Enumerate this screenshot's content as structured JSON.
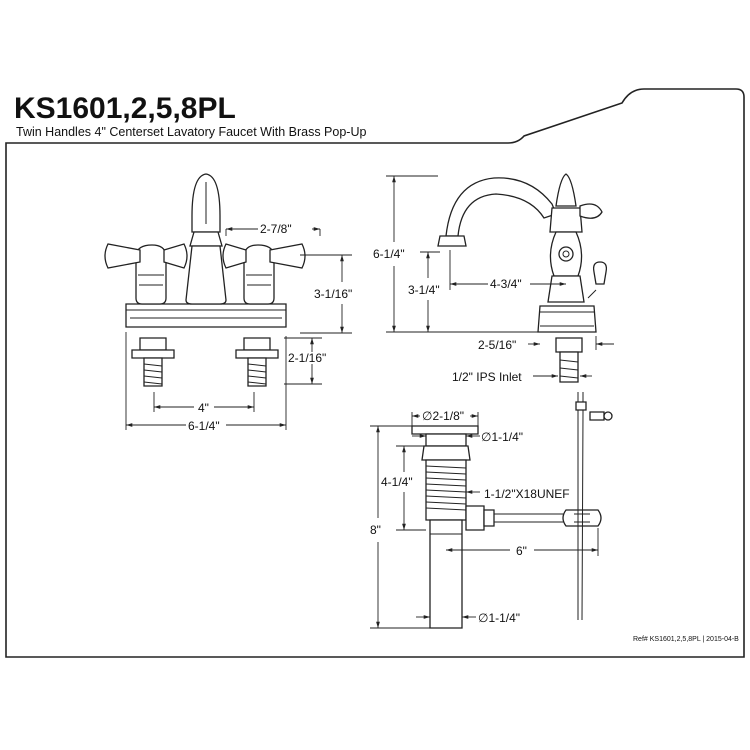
{
  "header": {
    "title": "KS1601,2,5,8PL",
    "subtitle": "Twin Handles 4\" Centerset Lavatory Faucet With Brass Pop-Up"
  },
  "front_view": {
    "dim_spout_offset": "2-7/8\"",
    "dim_body_height": "3-1/16\"",
    "dim_shank_length": "2-1/16\"",
    "dim_center": "4\"",
    "dim_overall_width": "6-1/4\""
  },
  "side_view": {
    "dim_overall_height": "6-1/4\"",
    "dim_spout_height": "3-1/4\"",
    "dim_spout_reach": "4-3/4\"",
    "dim_base_offset": "2-5/16\"",
    "inlet_label": "1/2\" IPS Inlet"
  },
  "popup_view": {
    "dim_flange_dia": "∅2-1/8\"",
    "dim_drain_dia_top": "∅1-1/4\"",
    "dim_body_height": "4-1/4\"",
    "dim_thread": "1-1/2\"X18UNEF",
    "dim_total_length": "8\"",
    "dim_rod_reach": "6\"",
    "dim_tail_dia": "∅1-1/4\""
  },
  "footer": {
    "ref": "Ref# KS1601,2,5,8PL | 2015-04-B"
  }
}
